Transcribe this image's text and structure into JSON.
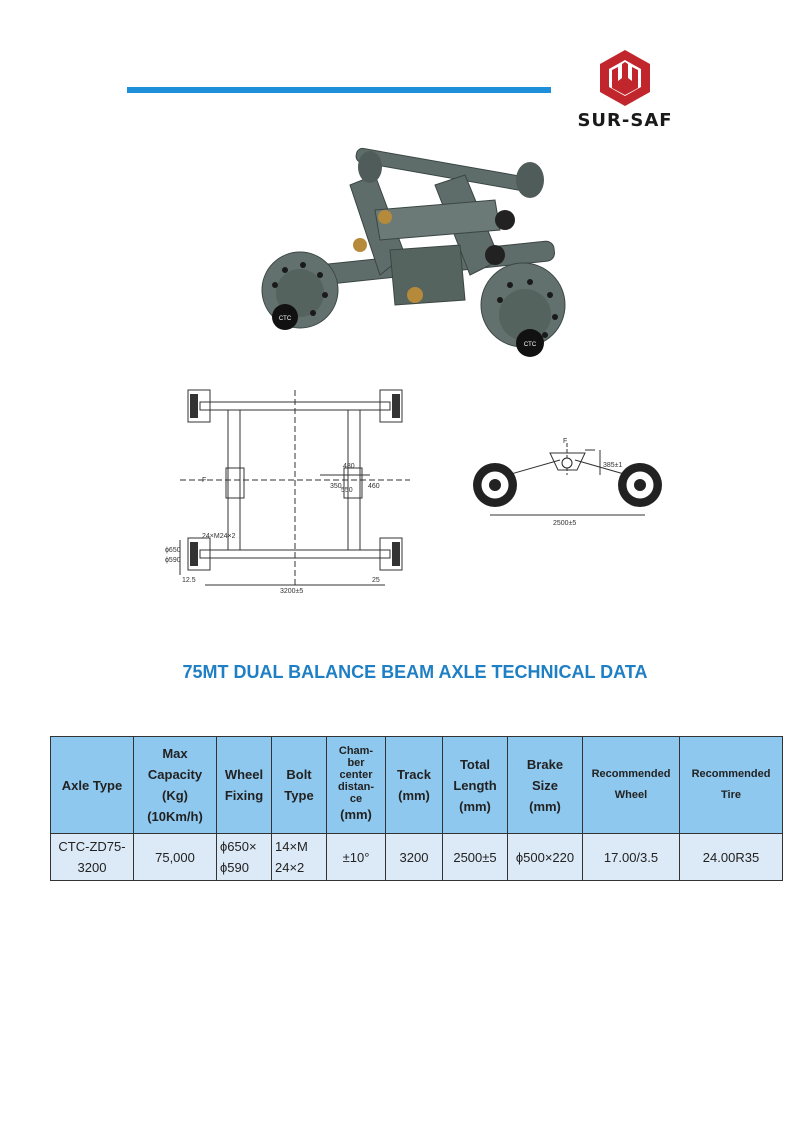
{
  "brand": {
    "name": "SUR-SAF",
    "color": "#c0262c",
    "icon": "hexagon-logo-icon"
  },
  "header": {
    "rule_color": "#1e8fd9"
  },
  "images": {
    "photo": "axle-assembly-photo",
    "top_drawing": {
      "label_f": "F",
      "dims": [
        "480",
        "350",
        "550",
        "460",
        "24×M24×2",
        "ϕ650",
        "ϕ590",
        "12.5",
        "3200±5",
        "25"
      ]
    },
    "side_drawing": {
      "label_f": "F",
      "dims": [
        "385±1",
        "2500±5"
      ]
    }
  },
  "title": "75MT DUAL BALANCE BEAM AXLE TECHNICAL DATA",
  "table": {
    "header_bg": "#8fc8ee",
    "row_bg": "#dce9f6",
    "headers": {
      "axle_type": "Axle Type",
      "capacity_1": "Max",
      "capacity_2": "Capacity",
      "capacity_3": "(Kg)",
      "capacity_4": "(10Km/h)",
      "wheel_1": "Wheel",
      "wheel_2": "Fixing",
      "bolt_1": "Bolt",
      "bolt_2": "Type",
      "chamber_1": "Cham-",
      "chamber_2": "ber",
      "chamber_3": "center",
      "chamber_4": "distan-",
      "chamber_5": "ce",
      "chamber_6": "(mm)",
      "track_1": "Track",
      "track_2": "(mm)",
      "length_1": "Total",
      "length_2": "Length",
      "length_3": "(mm)",
      "brake_1": "Brake",
      "brake_2": "Size",
      "brake_3": "(mm)",
      "rec_wheel_1": "Recommended",
      "rec_wheel_2": "Wheel",
      "rec_tire_1": "Recommended",
      "rec_tire_2": "Tire"
    },
    "row": {
      "axle_type_1": "CTC-ZD75-",
      "axle_type_2": "3200",
      "capacity": "75,000",
      "wheel_1": "ϕ650×",
      "wheel_2": "ϕ590",
      "bolt_1": "14×M",
      "bolt_2": "24×2",
      "chamber": "±10°",
      "track": "3200",
      "length": "2500±5",
      "brake": "ϕ500×220",
      "rec_wheel": "17.00/3.5",
      "rec_tire": "24.00R35"
    }
  }
}
